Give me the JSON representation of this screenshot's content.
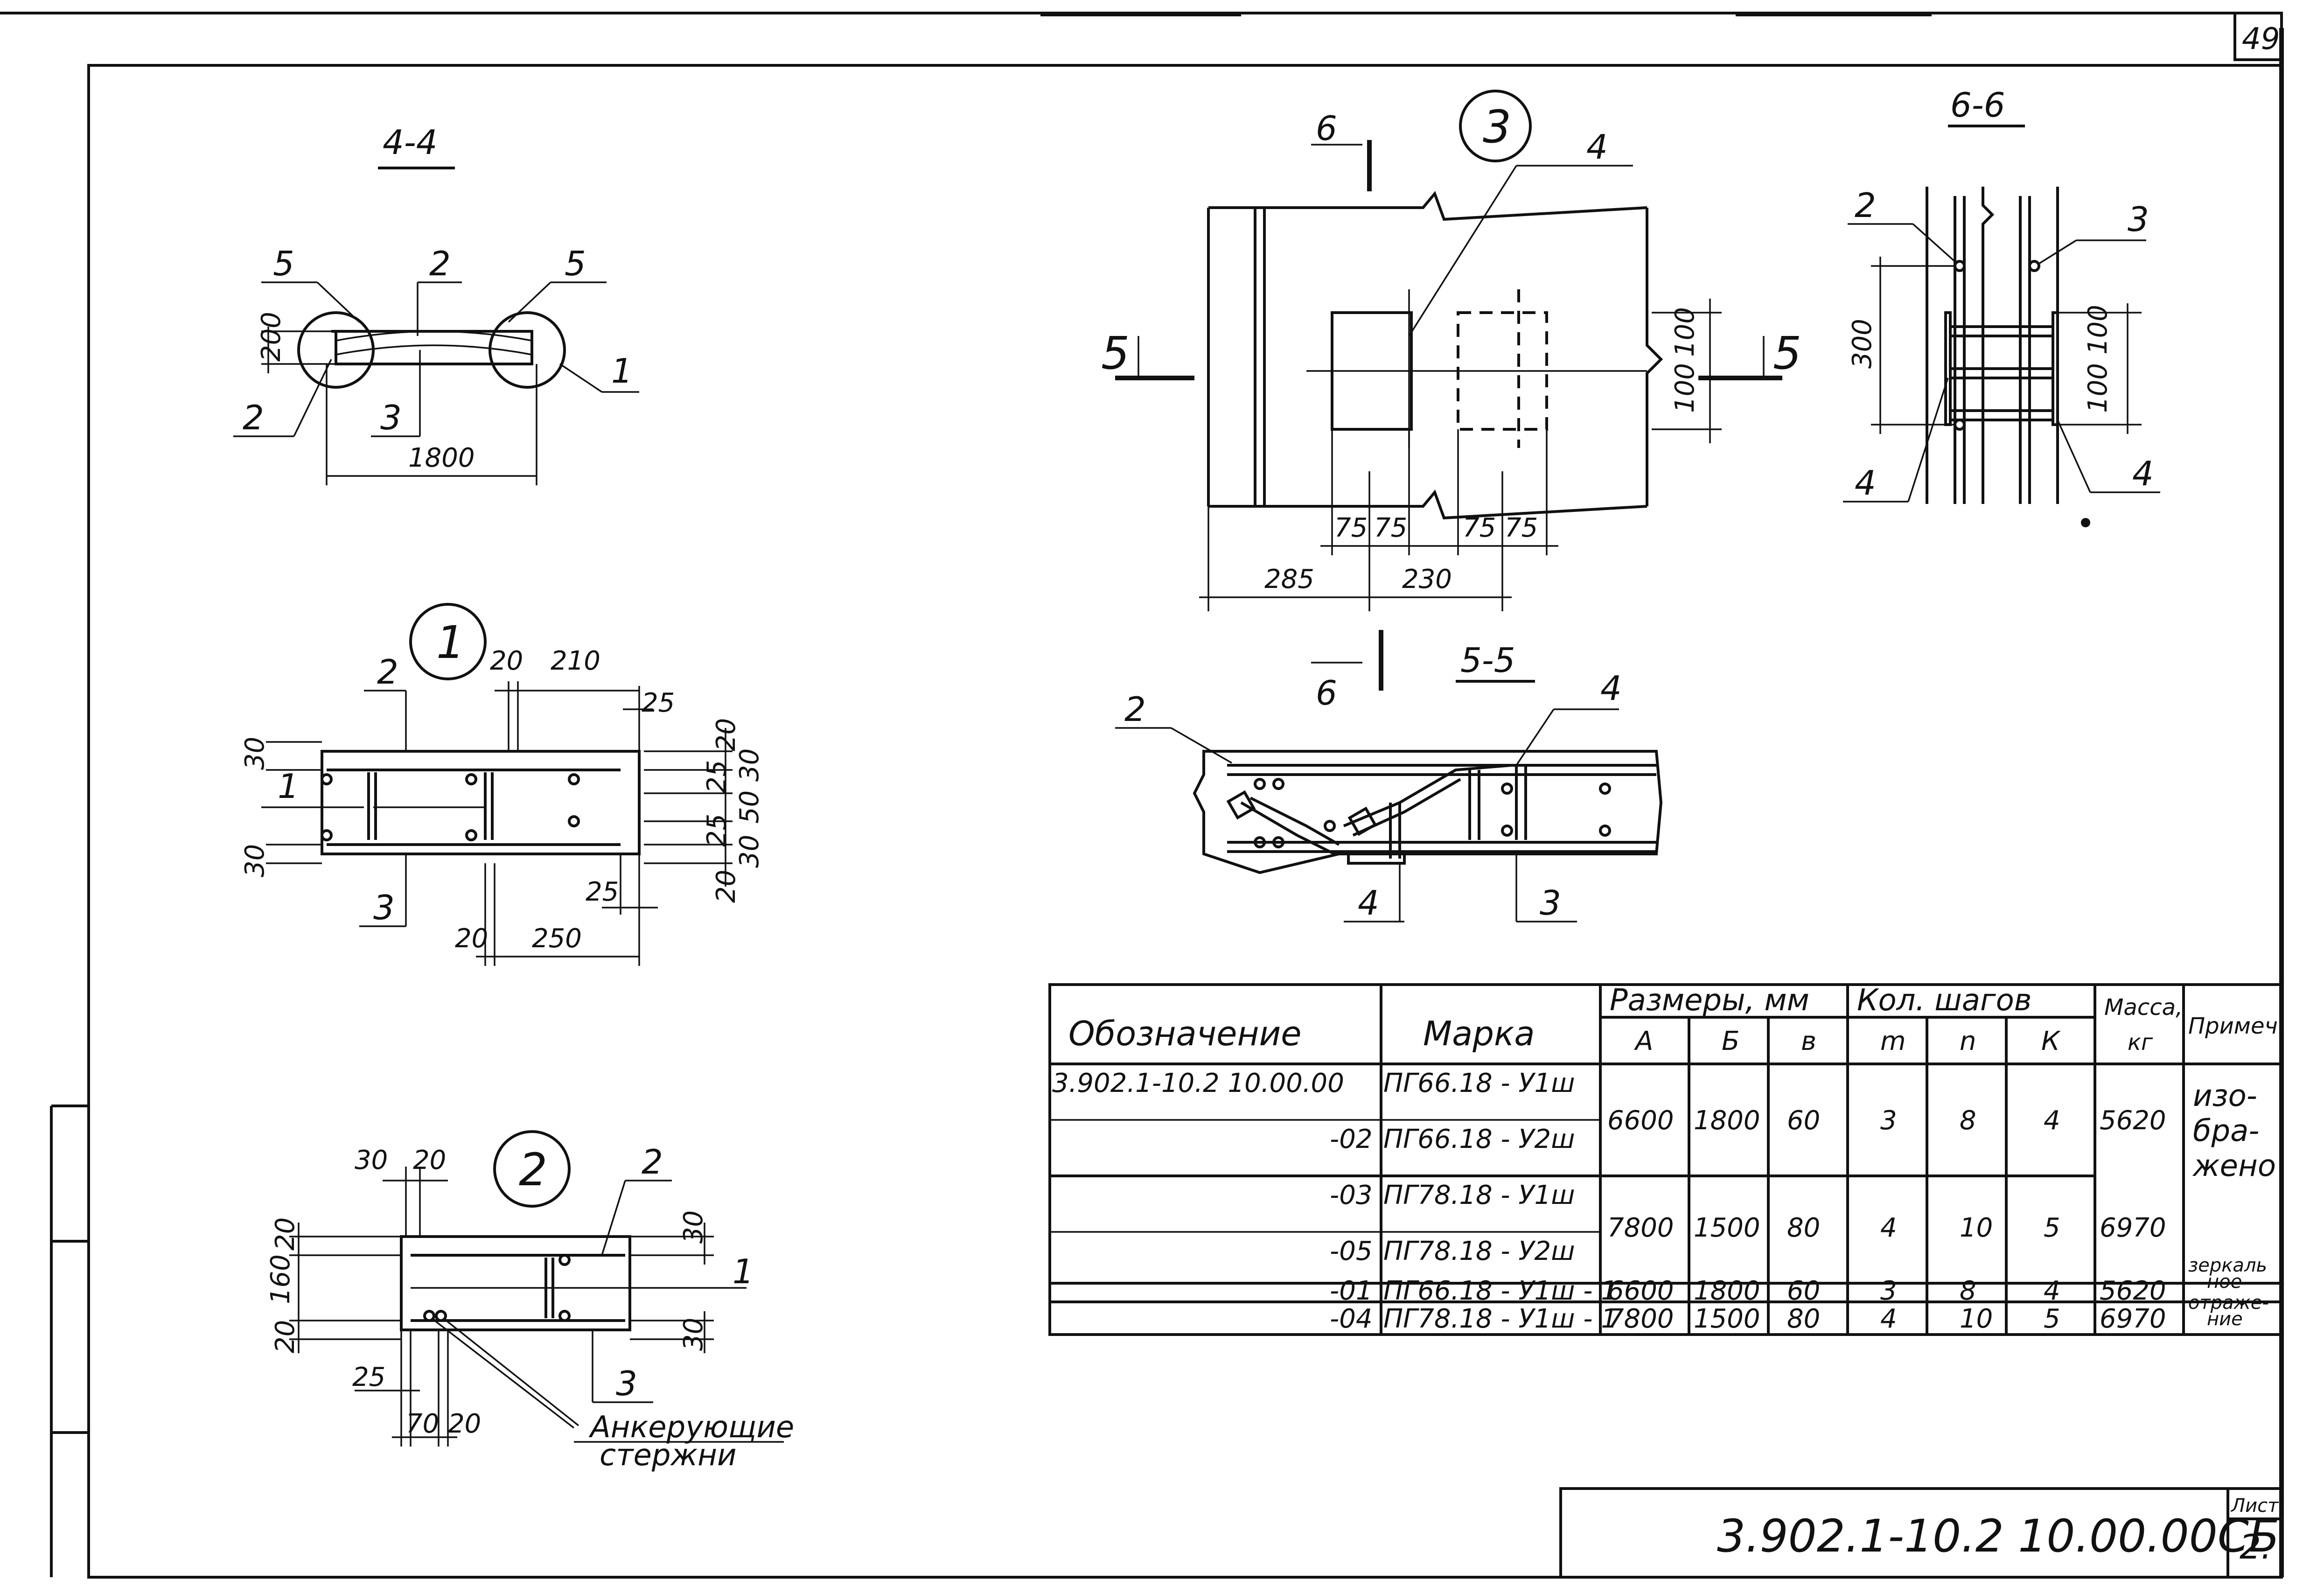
{
  "sheet": {
    "page_number": "49",
    "document_code": "3.902.1-10.2  10.00.00СБ",
    "sheet_label": "Лист",
    "sheet_number": "2."
  },
  "views": {
    "section_4_4": {
      "title": "4-4",
      "callouts": [
        "5",
        "2",
        "5",
        "2",
        "3",
        "1"
      ],
      "dim_height": "200",
      "dim_width": "1800"
    },
    "node_1": {
      "marker": "1",
      "callouts": [
        "2",
        "1",
        "3"
      ],
      "dims": [
        "20",
        "210",
        "25",
        "30",
        "30",
        "20",
        "25",
        "30",
        "50",
        "25",
        "30",
        "20",
        "25",
        "20",
        "250"
      ]
    },
    "node_2": {
      "marker": "2",
      "callouts": [
        "2",
        "1",
        "3"
      ],
      "dims": [
        "30",
        "20",
        "20",
        "160",
        "20",
        "30",
        "30",
        "25",
        "70",
        "20"
      ],
      "anchor_label_1": "Анкерующие",
      "anchor_label_2": "стержни"
    },
    "node_3": {
      "marker": "3",
      "cut_6_label": "6",
      "cut_5_label_left": "5",
      "cut_5_label_right": "5",
      "callout": "4",
      "dims_bottom": [
        "75",
        "75",
        "75",
        "75"
      ],
      "dim_285": "285",
      "dim_230": "230",
      "dim_100_top": "100",
      "dim_100_bottom": "100"
    },
    "section_6_6": {
      "title": "6-6",
      "callouts": [
        "2",
        "3",
        "4",
        "4"
      ],
      "dim_300": "300",
      "dim_100_top": "100",
      "dim_100_bottom": "100"
    },
    "section_5_5": {
      "title": "5-5",
      "cut_6_label": "6",
      "callouts": [
        "2",
        "4",
        "4",
        "3"
      ]
    }
  },
  "spec_table": {
    "headers": {
      "designation": "Обозначение",
      "mark": "Марка",
      "sizes": "Размеры, мм",
      "size_a": "А",
      "size_b": "Б",
      "size_v": "в",
      "steps": "Кол. шагов",
      "step_m": "m",
      "step_n": "n",
      "step_k": "К",
      "mass_1": "Масса,",
      "mass_2": "кг",
      "note": "Примеч."
    },
    "rows": [
      {
        "designation": "3.902.1-10.2  10.00.00",
        "mark": "ПГ66.18 - У1ш"
      },
      {
        "designation": "-02",
        "mark": "ПГ66.18 - У2ш"
      },
      {
        "designation": "-03",
        "mark": "ПГ78.18 - У1ш"
      },
      {
        "designation": "-05",
        "mark": "ПГ78.18 - У2ш"
      },
      {
        "designation": "-01",
        "mark": "ПГ66.18 - У1ш - 1"
      },
      {
        "designation": "-04",
        "mark": "ПГ78.18 - У1ш - 1"
      }
    ],
    "group_1": {
      "a": "6600",
      "b": "1800",
      "v": "60",
      "m": "3",
      "n": "8",
      "k": "4",
      "mass": "5620"
    },
    "group_2": {
      "a": "7800",
      "b": "1500",
      "v": "80",
      "m": "4",
      "n": "10",
      "k": "5",
      "mass": "6970"
    },
    "row_01": {
      "a": "6600",
      "b": "1800",
      "v": "60",
      "m": "3",
      "n": "8",
      "k": "4",
      "mass": "5620"
    },
    "row_04": {
      "a": "7800",
      "b": "1500",
      "v": "80",
      "m": "4",
      "n": "10",
      "k": "5",
      "mass": "6970"
    },
    "note_depicted": [
      "изо-",
      "бра-",
      "жено"
    ],
    "note_mirror": [
      "зеркаль",
      "ное",
      "отраже-",
      "ние"
    ]
  }
}
